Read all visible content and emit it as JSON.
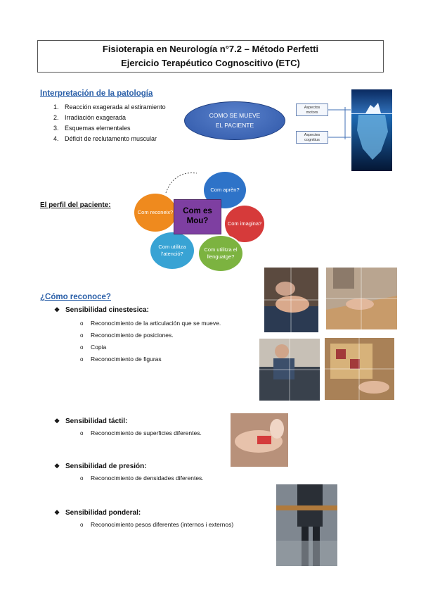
{
  "header": {
    "title_line1": "Fisioterapia en Neurología n°7.2 – Método Perfetti",
    "title_line2": "Ejercicio Terapéutico Cognoscitivo (ETC)"
  },
  "interpretacion": {
    "heading": "Interpretación de la patología",
    "items": [
      {
        "num": "1.",
        "text": "Reacción exagerada al estiramiento"
      },
      {
        "num": "2.",
        "text": "Irradiación exagerada"
      },
      {
        "num": "3.",
        "text": "Esquemas elementales"
      },
      {
        "num": "4.",
        "text": "Déficit de reclutamento muscular"
      }
    ],
    "ellipse_line1": "COMO SE MUEVE",
    "ellipse_line2": "EL PACIENTE",
    "aspect_top_line1": "Aspectos",
    "aspect_top_line2": "motors",
    "aspect_bottom_line1": "Aspectes",
    "aspect_bottom_line2": "cognitius"
  },
  "perfil": {
    "heading": "El perfil del paciente:",
    "center_line1": "Com es",
    "center_line2": "Mou?",
    "circles": [
      {
        "label": "Com aprèn?",
        "color": "#2e73c8"
      },
      {
        "label": "Com imagina?",
        "color": "#d63a3a"
      },
      {
        "label": "Com utilitza el llenguatge?",
        "color": "#7cb340"
      },
      {
        "label": "Com utilitza l'atenció?",
        "color": "#38a3d4"
      },
      {
        "label": "Com reconeix?",
        "color": "#ef8a1e"
      }
    ]
  },
  "reconoce": {
    "heading": "¿Cómo reconoce?",
    "groups": [
      {
        "title": "Sensibilidad cinestesica:",
        "items": [
          "Reconocimiento de la articulación que se mueve.",
          "Reconocimiento de posiciones.",
          "Copia",
          "Reconocimiento de figuras"
        ]
      },
      {
        "title": "Sensibilidad táctil:",
        "items": [
          "Reconocimiento de superficies diferentes."
        ]
      },
      {
        "title": "Sensibilidad de presión:",
        "items": [
          "Reconocimiento de densidades diferentes."
        ]
      },
      {
        "title": "Sensibilidad ponderal:",
        "items": [
          "Reconocimiento pesos diferentes (internos i externos)"
        ]
      }
    ]
  },
  "colors": {
    "heading_blue": "#2a5fa8",
    "ellipse_blue": "#2f57a8",
    "center_purple": "#7e3fa1"
  }
}
